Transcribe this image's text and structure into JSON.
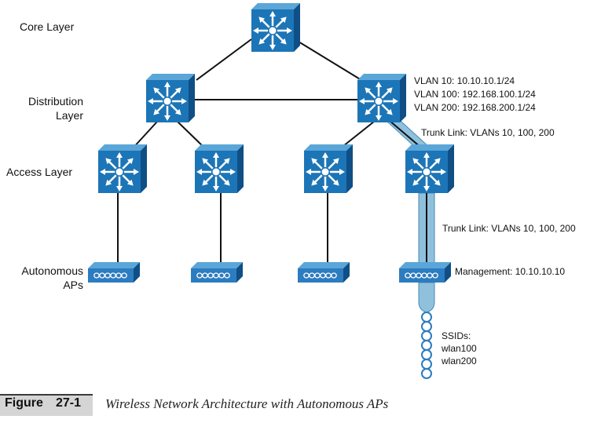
{
  "layers": {
    "core": "Core Layer",
    "distribution_line1": "Distribution",
    "distribution_line2": "Layer",
    "access": "Access Layer",
    "aps_line1": "Autonomous",
    "aps_line2": "APs"
  },
  "vlan_info": [
    "VLAN 10: 10.10.10.1/24",
    "VLAN 100: 192.168.100.1/24",
    "VLAN 200: 192.168.200.1/24"
  ],
  "trunk_link_upper": "Trunk Link: VLANs 10, 100, 200",
  "trunk_link_lower": "Trunk Link: VLANs 10, 100, 200",
  "management": "Management: 10.10.10.10",
  "ssids": {
    "heading": "SSIDs:",
    "items": [
      "wlan100",
      "wlan200"
    ]
  },
  "caption": {
    "word": "Figure",
    "number": "27-1",
    "title": "Wireless Network Architecture with Autonomous APs"
  },
  "colors": {
    "switch_fill": "#1c75b6",
    "switch_side": "#0f4f86",
    "switch_top": "#5aa6d8",
    "ap_fill": "#2c7cc0",
    "trunk_fill": "#8fc1dd",
    "trunk_stroke": "#4a88b6",
    "link": "#111111",
    "caption_box": "#d5d5d5"
  },
  "icons": {
    "switch": "multilayer-switch-icon",
    "ap": "access-point-icon",
    "wireless": "wireless-signal-icon"
  }
}
